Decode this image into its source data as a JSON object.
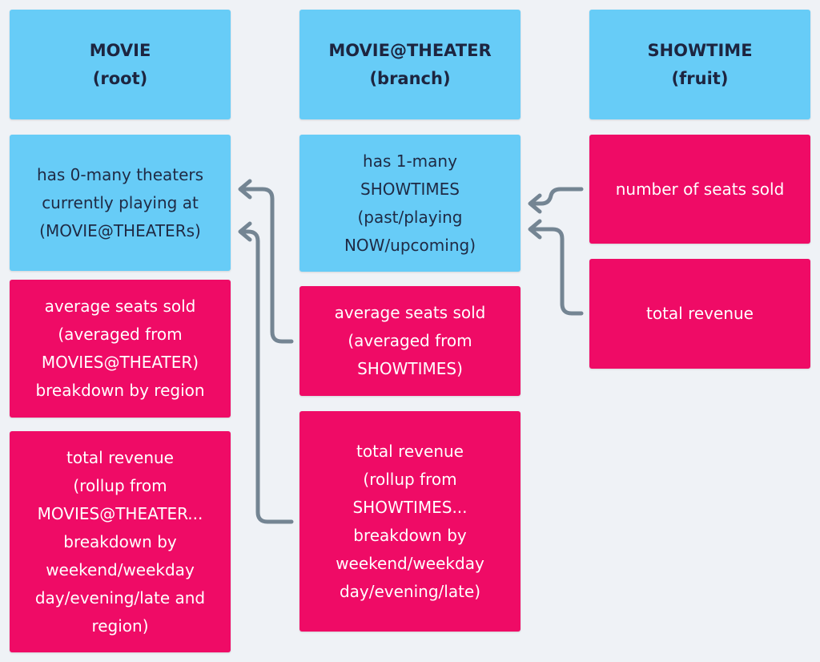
{
  "headers": {
    "movie": "MOVIE\n(root)",
    "movie_theater": "MOVIE@THEATER\n(branch)",
    "showtime": "SHOWTIME\n(fruit)"
  },
  "movie": {
    "theaters": "has 0-many theaters\ncurrently playing at\n(MOVIE@THEATERs)",
    "avg_seats": "average seats sold\n(averaged from\nMOVIES@THEATER)\nbreakdown by region",
    "total_revenue": "total revenue\n(rollup from\nMOVIES@THEATER...\nbreakdown by\nweekend/weekday\nday/evening/late and\nregion)"
  },
  "movie_theater": {
    "showtimes": "has 1-many\nSHOWTIMES\n(past/playing\nNOW/upcoming)",
    "avg_seats": "average seats sold\n(averaged from\nSHOWTIMES)",
    "total_revenue": "total revenue\n(rollup from\nSHOWTIMES...\nbreakdown by\nweekend/weekday\nday/evening/late)"
  },
  "showtime": {
    "seats_sold": "number of seats sold",
    "total_revenue": "total revenue"
  },
  "colors": {
    "entity": "#67ccf7",
    "metric": "#ef0b66",
    "arrow": "#748593",
    "background": "#eff2f6"
  }
}
